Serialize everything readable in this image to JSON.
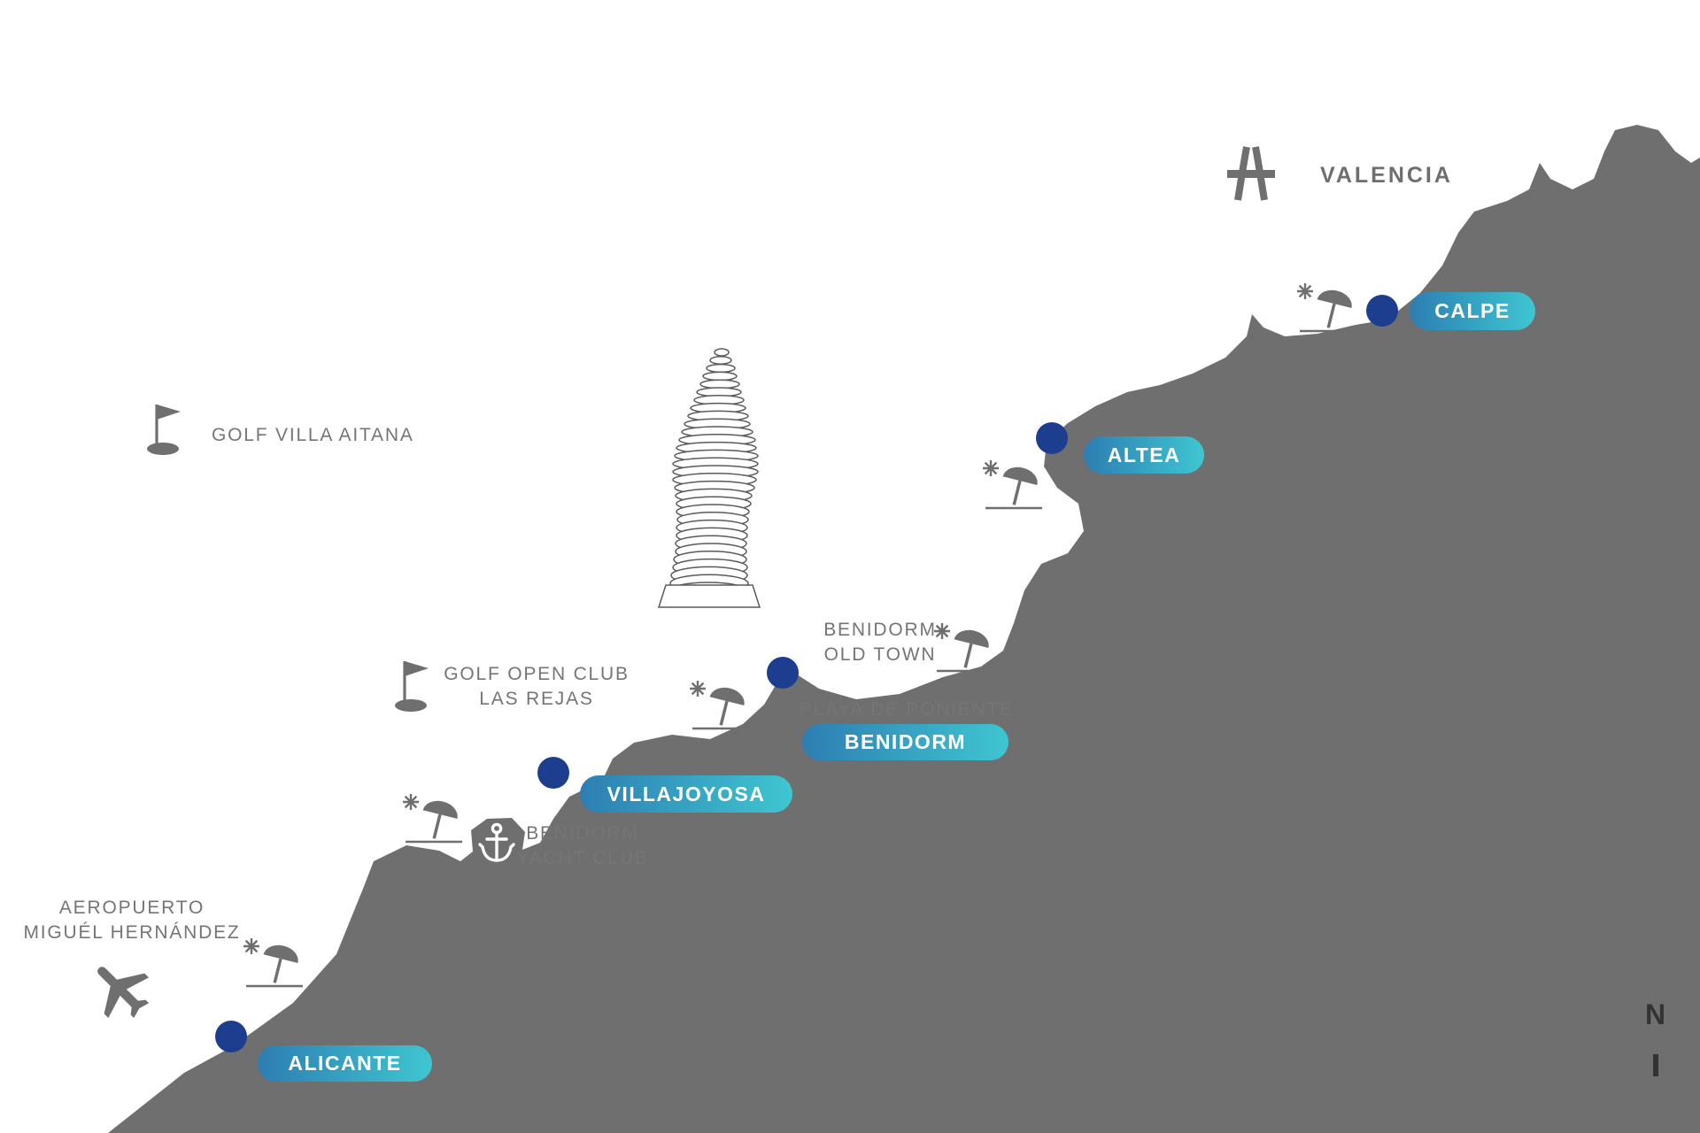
{
  "colors": {
    "sea": "#ffffff",
    "land": "#6f6f6f",
    "marker_dot": "#1d3e8e",
    "pill_gradient_start": "#2d7eb2",
    "pill_gradient_end": "#3fc6d1",
    "pill_text": "#ffffff",
    "label_text": "#757575",
    "icon_gray": "#6f6f6f",
    "compass_needle": "#333333"
  },
  "cities": [
    {
      "id": "alicante",
      "label": "ALICANTE"
    },
    {
      "id": "villajoyosa",
      "label": "VILLAJOYOSA"
    },
    {
      "id": "benidorm",
      "label": "BENIDORM"
    },
    {
      "id": "altea",
      "label": "ALTEA"
    },
    {
      "id": "calpe",
      "label": "CALPE"
    }
  ],
  "labels": {
    "valencia": "VALENCIA",
    "golf_villa_aitana": "GOLF VILLA AITANA",
    "golf_open_club_line1": "GOLF OPEN CLUB",
    "golf_open_club_line2": "LAS REJAS",
    "benidorm_old_town_line1": "BENIDORM",
    "benidorm_old_town_line2": "OLD TOWN",
    "playa_de_poniente": "PLAYA DE PONIENTE",
    "yacht_club_line1": "BENIDORM",
    "yacht_club_line2": "YACHT CLUB",
    "airport_line1": "AEROPUERTO",
    "airport_line2": "MIGUÉL HERNÁNDEZ"
  },
  "compass": {
    "label": "N"
  }
}
